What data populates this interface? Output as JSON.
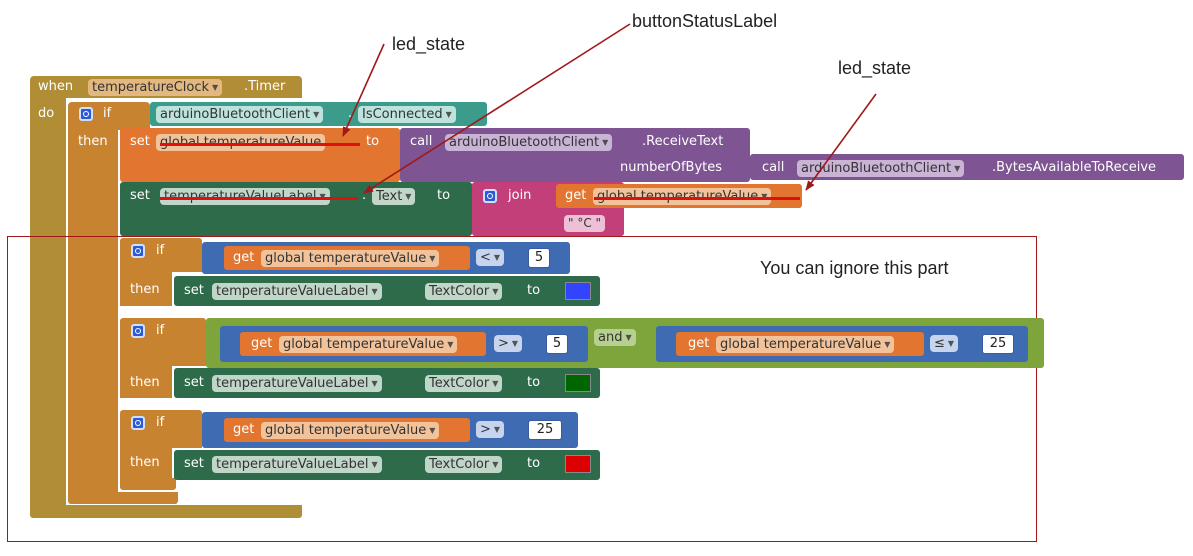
{
  "event_block": {
    "when": "when",
    "component": "temperatureClock",
    "event": ".Timer",
    "do": "do"
  },
  "if_block": {
    "if": "if",
    "then": "then",
    "component": "arduinoBluetoothClient",
    "property": "IsConnected"
  },
  "set_global": {
    "set": "set",
    "variable": "global temperatureValue",
    "to": "to"
  },
  "call_receive": {
    "call": "call",
    "component": "arduinoBluetoothClient",
    "method": ".ReceiveText",
    "param": "numberOfBytes"
  },
  "call_bytes": {
    "call": "call",
    "component": "arduinoBluetoothClient",
    "method": ".BytesAvailableToReceive"
  },
  "set_label": {
    "set": "set",
    "component": "temperatureValueLabel",
    "property": "Text",
    "to": "to"
  },
  "join_block": {
    "join": "join",
    "get": "get",
    "variable": "global temperatureValue",
    "text": "\" °C \""
  },
  "cond1": {
    "if": "if",
    "then": "then",
    "get": "get",
    "variable": "global temperatureValue",
    "op": "<",
    "value": "5",
    "set": "set",
    "component": "temperatureValueLabel",
    "property": "TextColor",
    "to": "to",
    "color": "#3344ff"
  },
  "cond2": {
    "if": "if",
    "then": "then",
    "get": "get",
    "variable": "global temperatureValue",
    "op": ">",
    "value": "5",
    "and": "and",
    "get2": "get",
    "variable2": "global temperatureValue",
    "op2": "≤",
    "value2": "25",
    "set": "set",
    "component": "temperatureValueLabel",
    "property": "TextColor",
    "to": "to",
    "color": "#006600"
  },
  "cond3": {
    "if": "if",
    "then": "then",
    "get": "get",
    "variable": "global temperatureValue",
    "op": ">",
    "value": "25",
    "set": "set",
    "component": "temperatureValueLabel",
    "property": "TextColor",
    "to": "to",
    "color": "#dd0000"
  },
  "annotations": {
    "button_status": "buttonStatusLabel",
    "led_state_1": "led_state",
    "led_state_2": "led_state",
    "ignore": "You can ignore this part"
  },
  "colors": {
    "event": "#b18e35",
    "control": "#c88330",
    "teal": "#3b9c8b",
    "purple": "#7e5493",
    "green": "#2e6b4b",
    "orange": "#e2752f",
    "math": "#3f6bb3",
    "logic": "#7ea43c",
    "pink": "#c33f7a",
    "annotation": "#a01818"
  }
}
